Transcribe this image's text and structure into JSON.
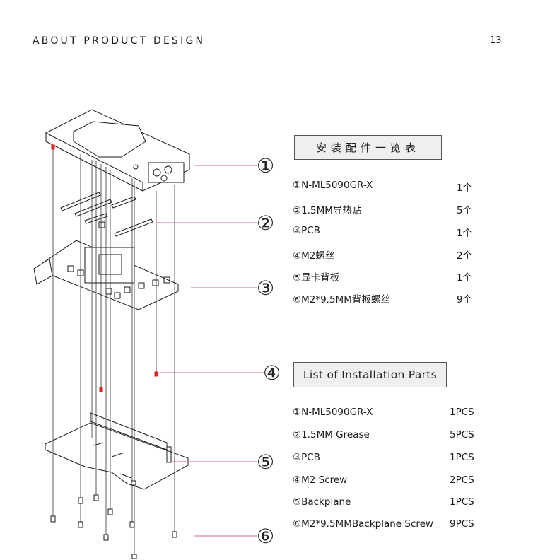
{
  "header": {
    "title": "ABOUT PRODUCT DESIGN",
    "page_number": "13"
  },
  "callouts": [
    "①",
    "②",
    "③",
    "④",
    "⑤",
    "⑥"
  ],
  "parts_cn": {
    "title": "安装配件一览表",
    "items": [
      {
        "name": "①N-ML5090GR-X",
        "qty": "1个"
      },
      {
        "name": "②1.5MM导热贴",
        "qty": "5个"
      },
      {
        "name": "③PCB",
        "qty": "1个"
      },
      {
        "name": "④M2螺丝",
        "qty": "2个"
      },
      {
        "name": "⑤显卡背板",
        "qty": "1个"
      },
      {
        "name": "⑥M2*9.5MM背板螺丝",
        "qty": "9个"
      }
    ]
  },
  "parts_en": {
    "title": "List of Installation Parts",
    "items": [
      {
        "name": "①N-ML5090GR-X",
        "qty": "1PCS"
      },
      {
        "name": "②1.5MM Grease",
        "qty": "5PCS"
      },
      {
        "name": "③PCB",
        "qty": "1PCS"
      },
      {
        "name": "④M2 Screw",
        "qty": "2PCS"
      },
      {
        "name": "⑤Backplane",
        "qty": "1PCS"
      },
      {
        "name": "⑥M2*9.5MMBackplane Screw",
        "qty": "9PCS"
      }
    ]
  },
  "colors": {
    "leader_line": "#d46a8a",
    "accent_red": "#e02020",
    "line": "#1a1a1a"
  }
}
